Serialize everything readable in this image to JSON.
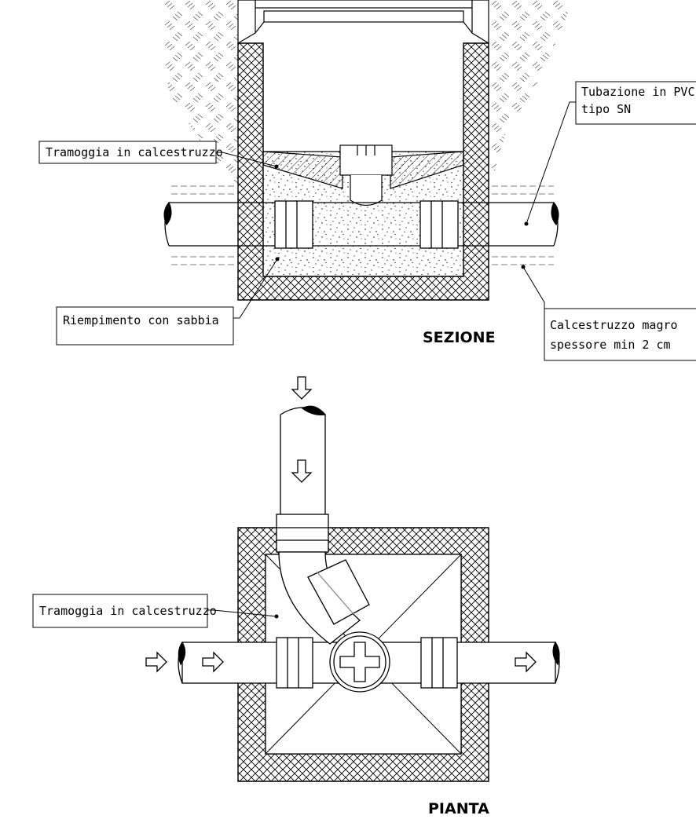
{
  "section": {
    "title": "SEZIONE",
    "labels": {
      "hopper": "Tramoggia in calcestruzzo",
      "pipe_line1": "Tubazione in PVC",
      "pipe_line2": "tipo SN",
      "sand": "Riempimento con sabbia",
      "concrete_line1": "Calcestruzzo magro",
      "concrete_line2": "spessore min 2 cm"
    }
  },
  "plan": {
    "title": "PIANTA",
    "labels": {
      "hopper": "Tramoggia in calcestruzzo"
    }
  },
  "colors": {
    "ink": "#000000",
    "background": "#ffffff",
    "hatch_gray": "#555555"
  }
}
